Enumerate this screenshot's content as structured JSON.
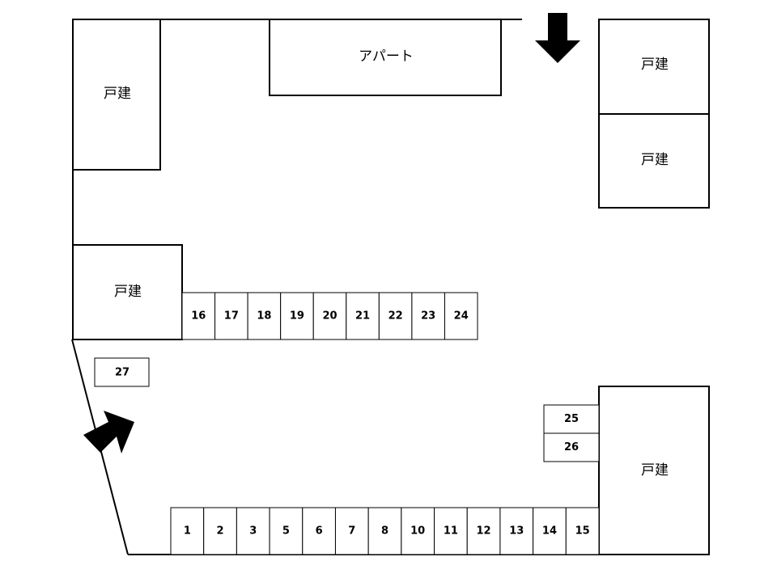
{
  "buildings": {
    "house_top_left": "戸建",
    "apartment": "アパート",
    "house_top_right_upper": "戸建",
    "house_top_right_lower": "戸建",
    "house_middle_left": "戸建",
    "house_bottom_right": "戸建"
  },
  "parking": {
    "bottom_row": [
      "1",
      "2",
      "3",
      "5",
      "6",
      "7",
      "8",
      "10",
      "11",
      "12",
      "13",
      "14",
      "15"
    ],
    "middle_row": [
      "16",
      "17",
      "18",
      "19",
      "20",
      "21",
      "22",
      "23",
      "24"
    ],
    "right_column": [
      "25",
      "26"
    ],
    "standalone": "27"
  },
  "icons": {
    "entry_arrow_top": "arrow-down-icon",
    "entry_arrow_left": "arrow-up-right-icon"
  },
  "colors": {
    "line": "#000000",
    "background": "#ffffff"
  }
}
